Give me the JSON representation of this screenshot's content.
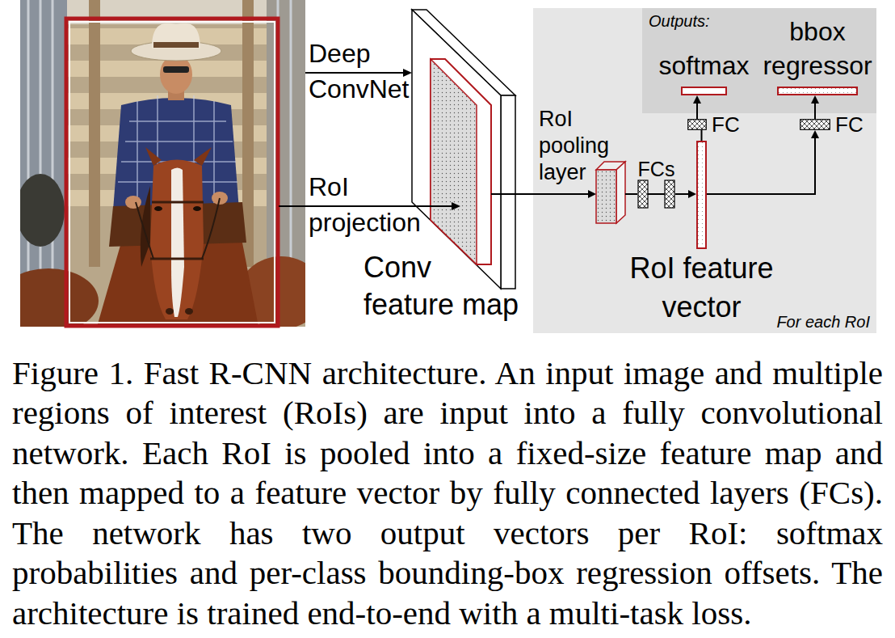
{
  "diagram": {
    "caption": "Figure 1. Fast R-CNN architecture. An input image and multiple regions of interest (RoIs) are input into a fully convolutional network. Each RoI is pooled into a fixed-size feature map and then mapped to a feature vector by fully connected layers (FCs). The network has two output vectors per RoI: softmax probabilities and per-class bounding-box regression offsets. The architecture is trained end-to-end with a multi-task loss.",
    "nodes": [
      {
        "text": [
          "Conv feature map"
        ]
      },
      {
        "text": [
          "For each RoI"
        ]
      },
      {
        "text": [
          "Outputs:"
        ],
        "in": 1
      },
      {
        "text": [
          "softmax"
        ],
        "in": 2
      },
      {
        "text": [
          "bbox regressor"
        ],
        "in": 2
      },
      {
        "text": [
          "RoI pooling layer"
        ],
        "in": 1
      },
      {
        "text": [
          "FCs"
        ],
        "in": 1
      },
      {
        "text": [
          "FC"
        ],
        "in": 1
      },
      {
        "text": [
          "FC"
        ],
        "in": 1
      },
      {
        "text": [
          "RoI feature vector"
        ],
        "in": 1
      }
    ],
    "edges": [
      {
        "from": 0,
        "to": 5,
        "arrow": "to"
      },
      {
        "from": 5,
        "to": 6,
        "arrow": "none"
      },
      {
        "from": 6,
        "to": 9,
        "arrow": "to"
      },
      {
        "from": 9,
        "to": 7,
        "arrow": "none"
      },
      {
        "from": 7,
        "to": 3,
        "arrow": "to"
      },
      {
        "from": 9,
        "to": 8,
        "arrow": "to"
      },
      {
        "from": 8,
        "to": 4,
        "arrow": "to"
      }
    ],
    "labels": [
      "Deep ConvNet",
      "RoI projection"
    ]
  }
}
